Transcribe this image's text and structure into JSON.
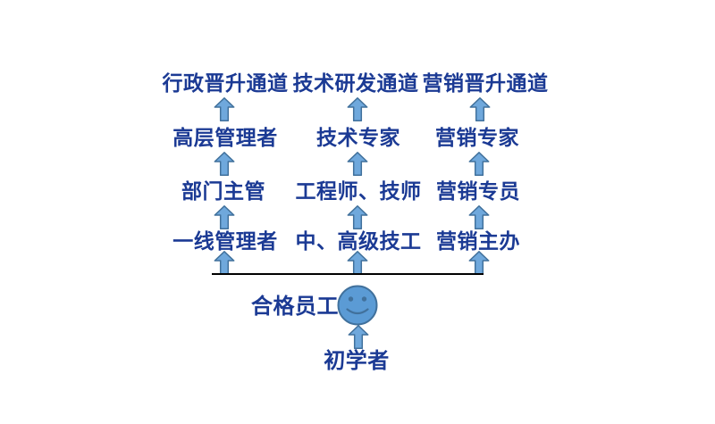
{
  "diagram": {
    "columns": [
      {
        "id": "admin",
        "title": "行政晋升通道",
        "levels": [
          "高层管理者",
          "部门主管",
          "一线管理者"
        ]
      },
      {
        "id": "technical",
        "title": "技术研发通道",
        "levels": [
          "技术专家",
          "工程师、技师",
          "中、高级技工"
        ]
      },
      {
        "id": "marketing",
        "title": "营销晋升通道",
        "levels": [
          "营销专家",
          "营销专员",
          "营销主办"
        ]
      }
    ],
    "base": {
      "qualified_label": "合格员工",
      "beginner_label": "初学者"
    },
    "icons": {
      "up_arrow": "up-arrow-icon",
      "smiley": "smiley-face-icon"
    },
    "colors": {
      "text": "#1B3A94",
      "arrow_fill": "#6FA8DC",
      "arrow_stroke": "#41719C",
      "face_fill": "#5B9BD5",
      "face_stroke": "#41719C",
      "baseline": "#000000",
      "background": "#FFFFFF"
    }
  }
}
